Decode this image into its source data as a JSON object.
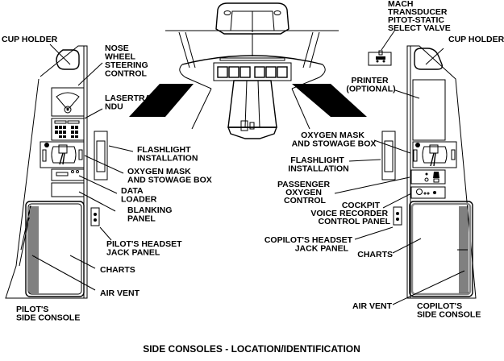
{
  "figure": {
    "caption": "SIDE CONSOLES - LOCATION/IDENTIFICATION",
    "left_console": {
      "title_lines": [
        "PILOT'S",
        "SIDE CONSOLE"
      ],
      "callouts": [
        {
          "id": "cup-holder",
          "lines": [
            "CUP HOLDER"
          ]
        },
        {
          "id": "nose-wheel-steering-control",
          "lines": [
            "NOSE",
            "WHEEL",
            "STEERING",
            "CONTROL"
          ]
        },
        {
          "id": "lasertrak-ndu",
          "lines": [
            "LASERTRAK",
            "NDU"
          ]
        },
        {
          "id": "flashlight-installation",
          "lines": [
            "FLASHLIGHT",
            "INSTALLATION"
          ]
        },
        {
          "id": "oxygen-mask-stowage-box",
          "lines": [
            "OXYGEN MASK",
            "AND STOWAGE BOX"
          ]
        },
        {
          "id": "data-loader",
          "lines": [
            "DATA",
            "LOADER"
          ]
        },
        {
          "id": "blanking-panel",
          "lines": [
            "BLANKING",
            "PANEL"
          ]
        },
        {
          "id": "pilots-headset-jack-panel",
          "lines": [
            "PILOT'S HEADSET",
            "JACK PANEL"
          ]
        },
        {
          "id": "charts",
          "lines": [
            "CHARTS"
          ]
        },
        {
          "id": "air-vent",
          "lines": [
            "AIR VENT"
          ]
        }
      ]
    },
    "right_console": {
      "title_lines": [
        "COPILOT'S",
        "SIDE CONSOLE"
      ],
      "callouts": [
        {
          "id": "mach-transducer",
          "lines": [
            "MACH",
            "TRANSDUCER",
            "PITOT-STATIC",
            "SELECT VALVE"
          ]
        },
        {
          "id": "cup-holder",
          "lines": [
            "CUP HOLDER"
          ]
        },
        {
          "id": "printer",
          "lines": [
            "PRINTER",
            "(OPTIONAL)"
          ]
        },
        {
          "id": "oxygen-mask-stowage-box",
          "lines": [
            "OXYGEN MASK",
            "AND STOWAGE BOX"
          ]
        },
        {
          "id": "flashlight-installation",
          "lines": [
            "FLASHLIGHT",
            "INSTALLATION"
          ]
        },
        {
          "id": "passenger-oxygen-control",
          "lines": [
            "PASSENGER",
            "OXYGEN",
            "CONTROL"
          ]
        },
        {
          "id": "cockpit-voice-recorder",
          "lines": [
            "COCKPIT",
            "VOICE RECORDER",
            "CONTROL PANEL"
          ]
        },
        {
          "id": "copilots-headset-jack-panel",
          "lines": [
            "COPILOT'S HEADSET",
            "JACK PANEL"
          ]
        },
        {
          "id": "charts",
          "lines": [
            "CHARTS"
          ]
        },
        {
          "id": "air-vent",
          "lines": [
            "AIR VENT"
          ]
        }
      ]
    }
  }
}
